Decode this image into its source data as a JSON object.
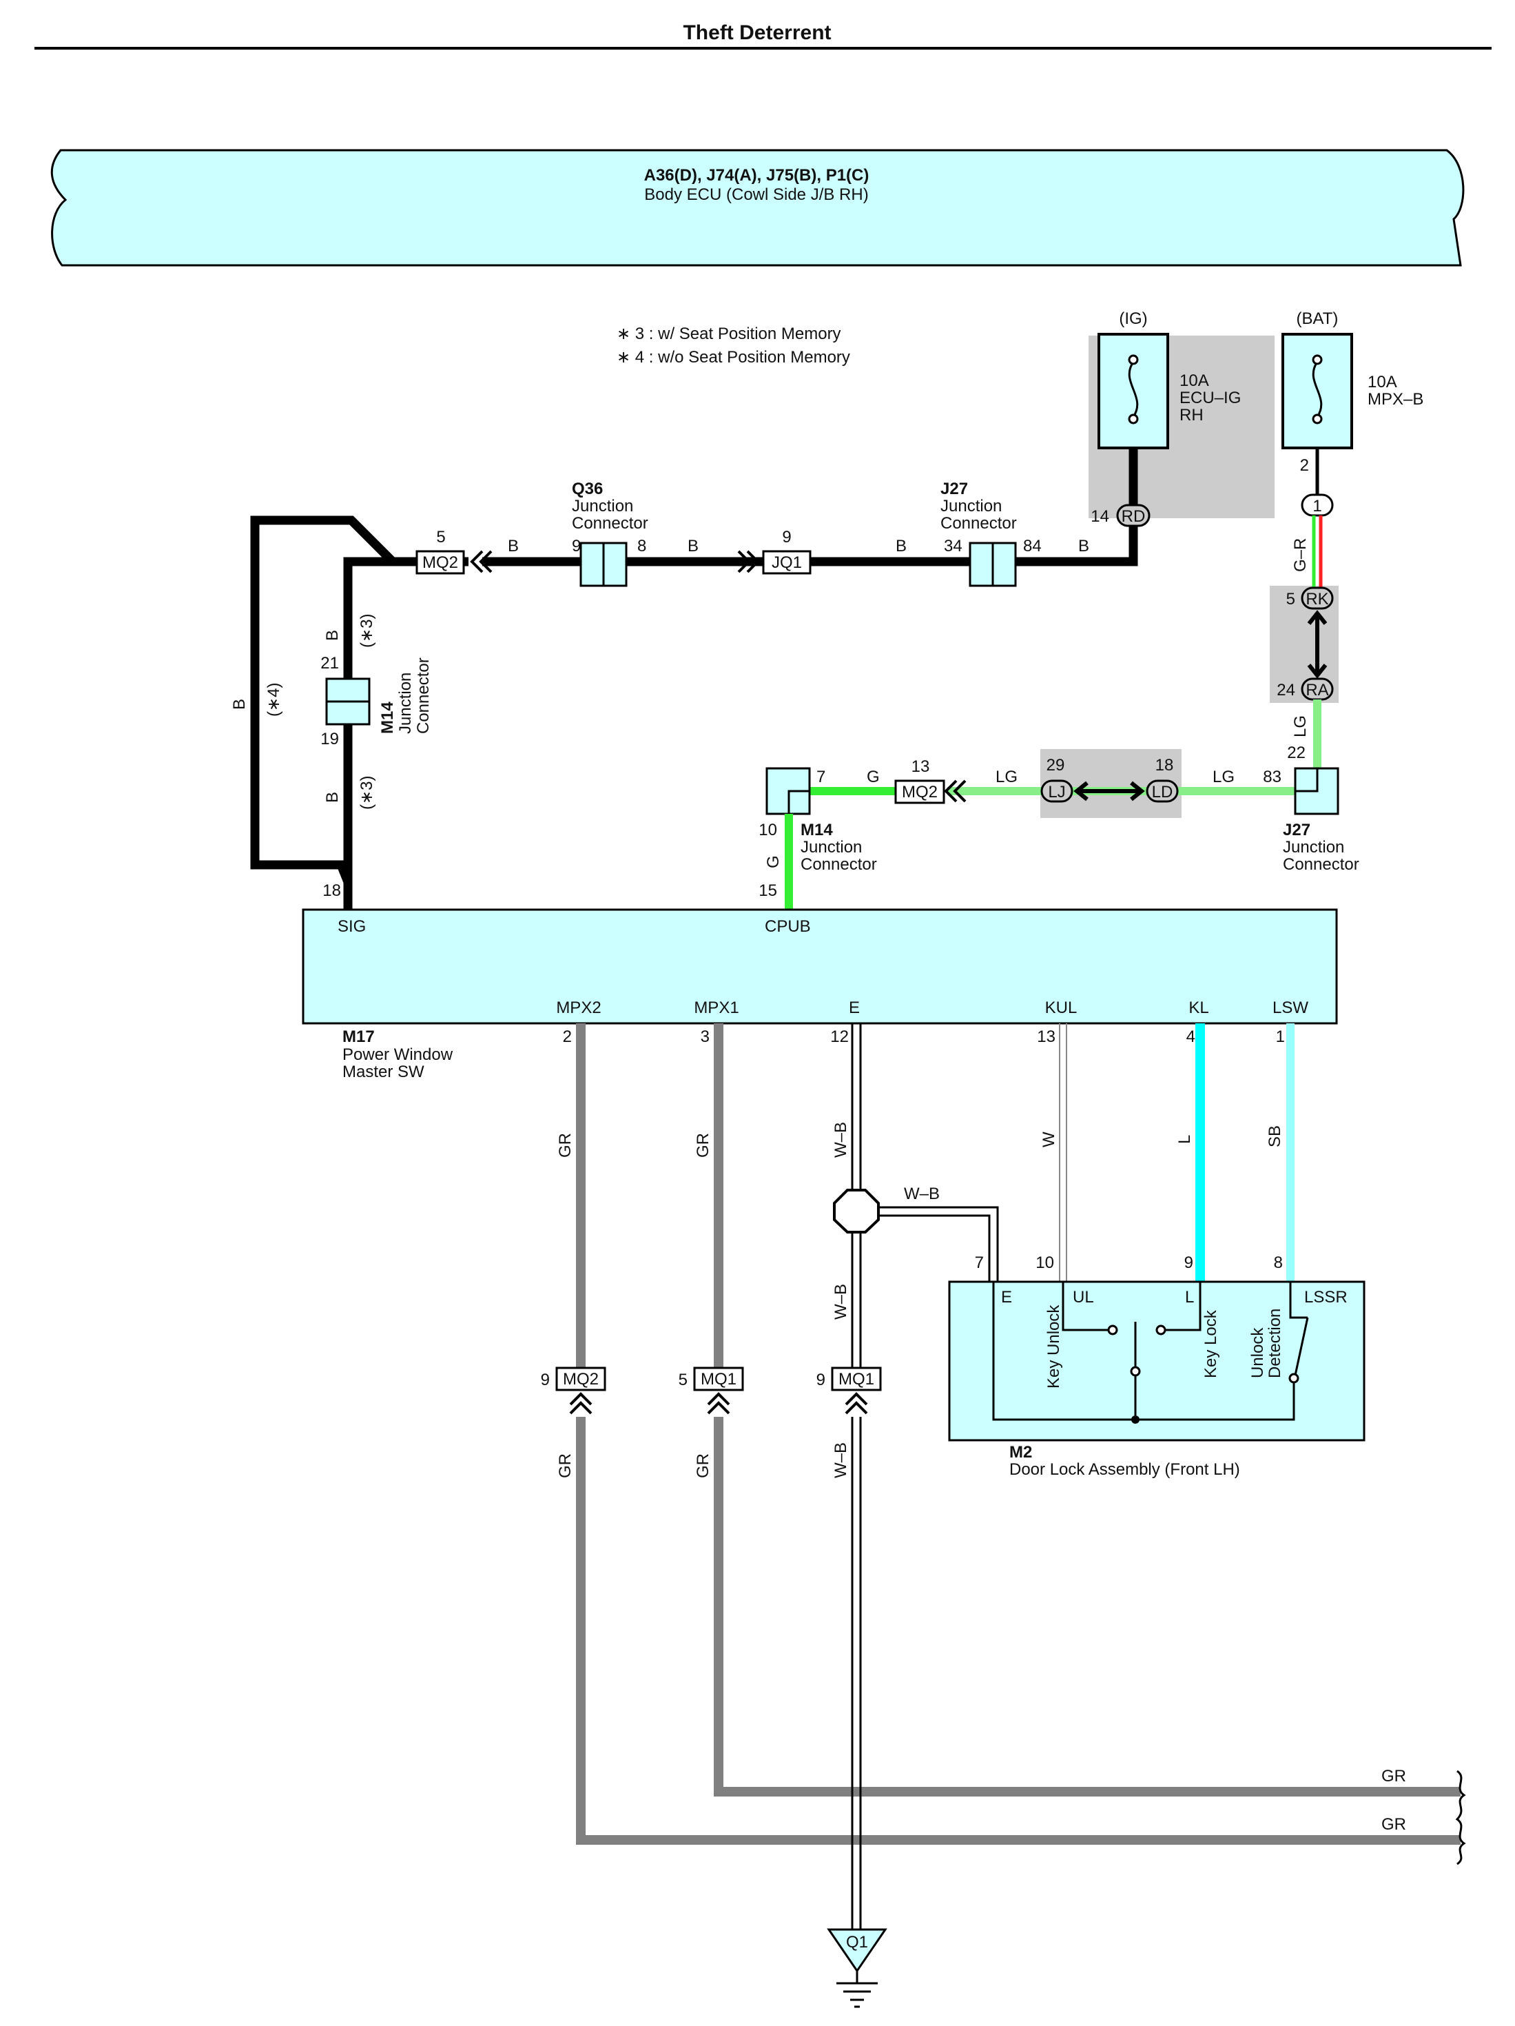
{
  "title": "Theft Deterrent",
  "body_ecu": {
    "connectors": "A36(D), J74(A), J75(B), P1(C)",
    "name": "Body ECU (Cowl Side J/B RH)"
  },
  "notes": [
    "∗ 3 : w/ Seat Position Memory",
    "∗ 4 : w/o Seat Position Memory"
  ],
  "fuse_ig": {
    "source": "(IG)",
    "amp": "10A",
    "name1": "ECU–IG",
    "name2": "RH",
    "pin": "14",
    "conn": "RD"
  },
  "fuse_bat": {
    "source": "(BAT)",
    "amp": "10A",
    "name": "MPX–B",
    "pin": "2",
    "conn": "1"
  },
  "q36": {
    "id": "Q36",
    "l1": "Junction",
    "l2": "Connector",
    "pin_in": "9",
    "pin_out": "8"
  },
  "j27_top": {
    "id": "J27",
    "l1": "Junction",
    "l2": "Connector",
    "pin_in": "34",
    "pin_out": "84"
  },
  "mq2_top": {
    "pin": "5",
    "label": "MQ2"
  },
  "jq1": {
    "pin": "9",
    "label": "JQ1"
  },
  "m14_left": {
    "id": "M14",
    "l1": "Junction",
    "l2": "Connector",
    "pin_top": "21",
    "pin_bot": "19"
  },
  "wire_b": "B",
  "mark3": "(∗3)",
  "mark4": "(∗4)",
  "rk": {
    "pin": "5",
    "label": "RK"
  },
  "ra": {
    "pin": "24",
    "label": "RA"
  },
  "wire_gr_label": "G–R",
  "wire_lg": "LG",
  "wire_g": "G",
  "j27_mid": {
    "id": "J27",
    "l1": "Junction",
    "l2": "Connector",
    "pin_top": "22",
    "pin_left": "83"
  },
  "lj": {
    "pin": "29",
    "label": "LJ"
  },
  "ld": {
    "pin": "18",
    "label": "LD"
  },
  "mq2_mid": {
    "pin": "13",
    "label": "MQ2"
  },
  "m14_mid": {
    "id": "M14",
    "l1": "Junction",
    "l2": "Connector",
    "pin_in": "7",
    "pin_out": "10"
  },
  "m17": {
    "id": "M17",
    "l1": "Power Window",
    "l2": "Master SW",
    "top_pins": [
      {
        "pin": "18",
        "label": "SIG"
      },
      {
        "pin": "15",
        "label": "CPUB"
      }
    ],
    "bottom_pins": [
      {
        "pin": "2",
        "label": "MPX2",
        "wire": "GR"
      },
      {
        "pin": "3",
        "label": "MPX1",
        "wire": "GR"
      },
      {
        "pin": "12",
        "label": "E",
        "wire": "W–B"
      },
      {
        "pin": "13",
        "label": "KUL",
        "wire": "W"
      },
      {
        "pin": "4",
        "label": "KL",
        "wire": "L"
      },
      {
        "pin": "1",
        "label": "LSW",
        "wire": "SB"
      }
    ]
  },
  "m2": {
    "id": "M2",
    "name": "Door Lock Assembly (Front LH)",
    "pins": [
      {
        "pin": "7",
        "label": "E"
      },
      {
        "pin": "10",
        "label": "UL"
      },
      {
        "pin": "9",
        "label": "L"
      },
      {
        "pin": "8",
        "label": "LSSR"
      }
    ],
    "sw_key_unlock": "Key Unlock",
    "sw_key_lock": "Key Lock",
    "sw_unlock1": "Unlock",
    "sw_unlock2": "Detection"
  },
  "wb_branch": "W–B",
  "lower_conns": [
    {
      "pin": "9",
      "label": "MQ2",
      "wire": "GR"
    },
    {
      "pin": "5",
      "label": "MQ1",
      "wire": "GR"
    },
    {
      "pin": "9",
      "label": "MQ1",
      "wire": "W–B"
    }
  ],
  "out_labels": [
    "GR",
    "GR"
  ],
  "ground": "Q1",
  "colors": {
    "ecu_fill": "#ccffff",
    "wire_black": "#000000",
    "wire_green": "#33ee33",
    "wire_lightgreen": "#88ee88",
    "wire_gray": "#808080",
    "wire_blue": "#00ffff",
    "wire_skyblue": "#99ffff",
    "shade": "#cccccc"
  }
}
